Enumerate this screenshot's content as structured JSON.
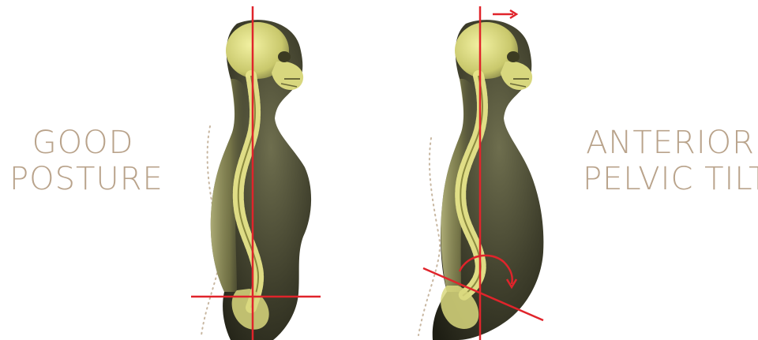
{
  "labels": {
    "good_posture": [
      "GOOD",
      "POSTURE"
    ],
    "anterior_pelvic_tilt": [
      "ANTERIOR",
      "PELVIC TILT"
    ]
  },
  "colors": {
    "label_text": "#b9a38b",
    "reference_line": "#e0242b",
    "skeleton": "#e7e58a",
    "body_shadow": "#2f2f20"
  },
  "icons": {
    "skull": "skull-icon",
    "spine": "spine-icon",
    "pelvis": "pelvis-icon",
    "arrow_right": "arrow-right-icon",
    "rotation_arrow": "rotation-arrow-icon"
  }
}
